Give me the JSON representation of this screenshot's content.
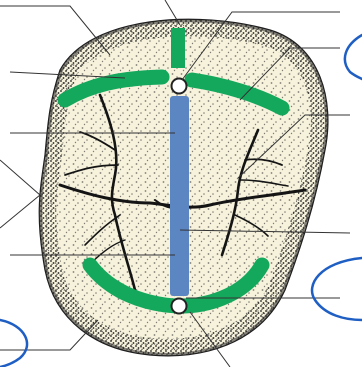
{
  "diagram": {
    "subject": "tooth-occlusal-surface",
    "colors": {
      "background": "#ffffff",
      "crown_fill": "#f6f2dc",
      "rim_shadow": "#2a2a2a",
      "stipple": "#1e1e1e",
      "groove": "#141414",
      "ridge_green": "#14a85c",
      "central_axis_blue": "#5b86c2",
      "leader_line": "#333333",
      "annotation_blue": "#1f5fc4"
    },
    "elements": [
      "crown-outline",
      "occlusal-stipple",
      "central-groove",
      "buccal-developmental-grooves",
      "lingual-developmental-grooves",
      "mesial-marginal-ridge",
      "distal-marginal-ridge",
      "upper-green-segment",
      "central-blue-axis",
      "upper-pit-circle",
      "lower-pit-circle",
      "leader-lines",
      "blue-annotation-curves"
    ]
  }
}
